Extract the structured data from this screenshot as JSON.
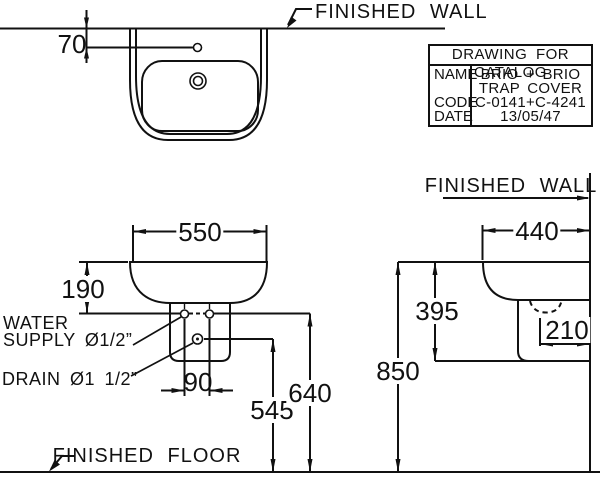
{
  "labels": {
    "finished_wall_top": "FINISHED WALL",
    "finished_wall_right": "FINISHED WALL",
    "finished_floor": "FINISHED FLOOR",
    "water_supply_line1": "WATER",
    "water_supply_line2": "SUPPLY Ø1/2”",
    "drain": "DRAIN Ø1 1/2”"
  },
  "catalog_table": {
    "title": "DRAWING FOR CATALOG",
    "rows": [
      {
        "label": "NAME",
        "value": "BRIO + BRIO"
      },
      {
        "label": "",
        "value": "TRAP COVER"
      },
      {
        "label": "CODE",
        "value": "C-0141+C-4241"
      },
      {
        "label": "DATE",
        "value": "13/05/47"
      }
    ]
  },
  "dimensions": {
    "faucet_offset": "70",
    "front_width": "550",
    "basin_height": "190",
    "supply_spacing": "90",
    "drain_height": "545",
    "supply_height": "640",
    "side_depth": "440",
    "side_basin_height": "395",
    "pedestal_depth": "210",
    "rim_height": "850"
  },
  "colors": {
    "line": "#111111",
    "background": "#ffffff"
  }
}
